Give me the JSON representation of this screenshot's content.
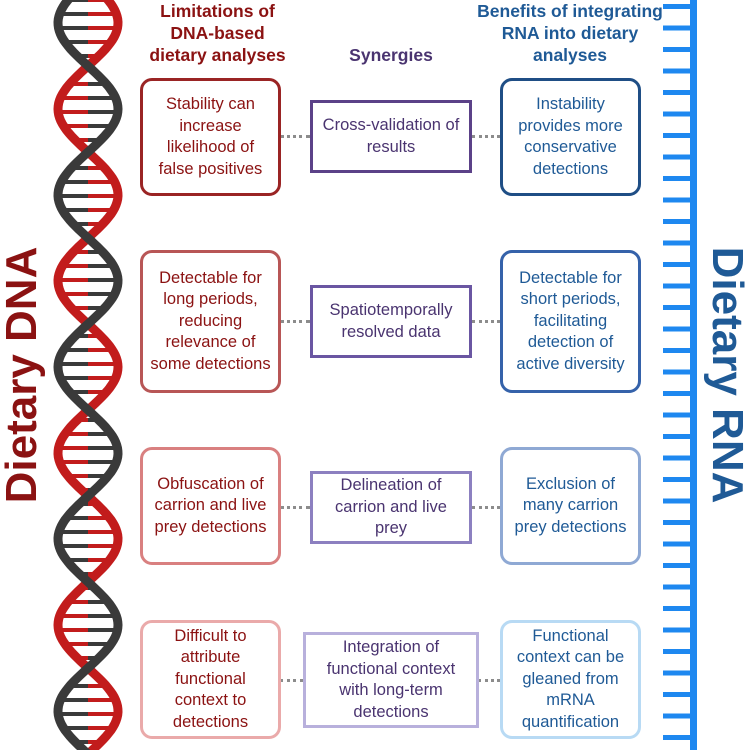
{
  "headers": {
    "limitations": "Limitations of DNA-based dietary analyses",
    "synergies": "Synergies",
    "benefits": "Benefits of integrating RNA into dietary analyses"
  },
  "side_labels": {
    "dna": "Dietary DNA",
    "rna": "Dietary RNA"
  },
  "rows": [
    {
      "limitation": "Stability can increase likelihood of false positives",
      "synergy": "Cross-validation of results",
      "benefit": "Instability provides more conservative detections"
    },
    {
      "limitation": "Detectable for long periods, reducing relevance of some detections",
      "synergy": "Spatiotemporally resolved data",
      "benefit": "Detectable for short periods, facilitating detection of active diversity"
    },
    {
      "limitation": "Obfuscation of carrion and live prey detections",
      "synergy": "Delineation of carrion and live prey",
      "benefit": "Exclusion of many carrion prey detections"
    },
    {
      "limitation": "Difficult to attribute functional context to detections",
      "synergy": "Integration of functional context with long-term detections",
      "benefit": "Functional context can be gleaned from mRNA quantification"
    }
  ],
  "colors": {
    "dna_text": "#8b1212",
    "syn_text": "#4a3470",
    "rna_text": "#1f5a96",
    "rna_bar": "#1e88f0",
    "helix_red": "#c21c1c",
    "helix_dark": "#3a3a3a"
  }
}
